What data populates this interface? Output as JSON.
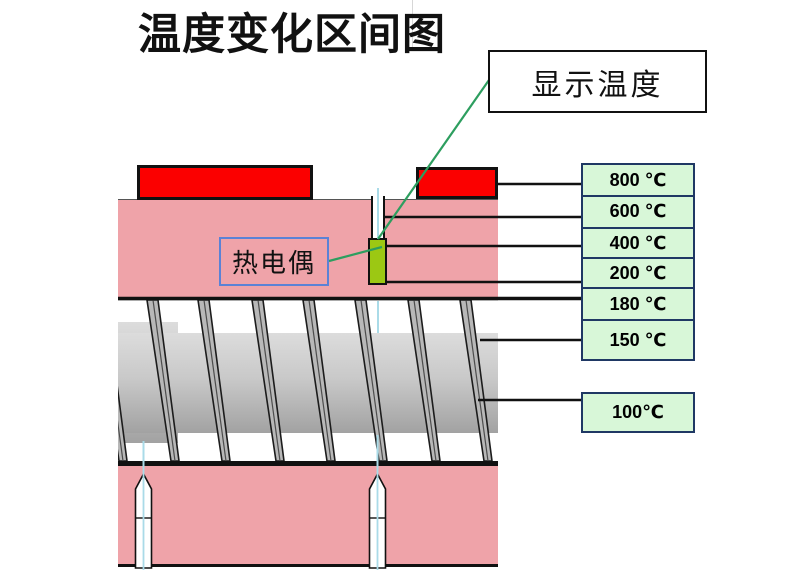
{
  "title": "温度变化区间图",
  "callouts": {
    "display_temp": "显示温度",
    "thermocouple": "热电偶"
  },
  "temps": [
    "800 ℃",
    "600 ℃",
    "400 ℃",
    "200 ℃",
    "180 ℃",
    "150 ℃",
    "100℃"
  ],
  "colors": {
    "barrel_pink": "#efa3a9",
    "heater_red": "#fb0000",
    "thermocouple_green": "#9cc813",
    "label_bg": "#d8f7d8",
    "label_border": "#1f3864",
    "callout_border_blue": "#5b82d6",
    "pointer_line_green": "#2d9e5f",
    "centerline_blue": "#aadbe8",
    "screw_gray": "#c6c6c6"
  }
}
